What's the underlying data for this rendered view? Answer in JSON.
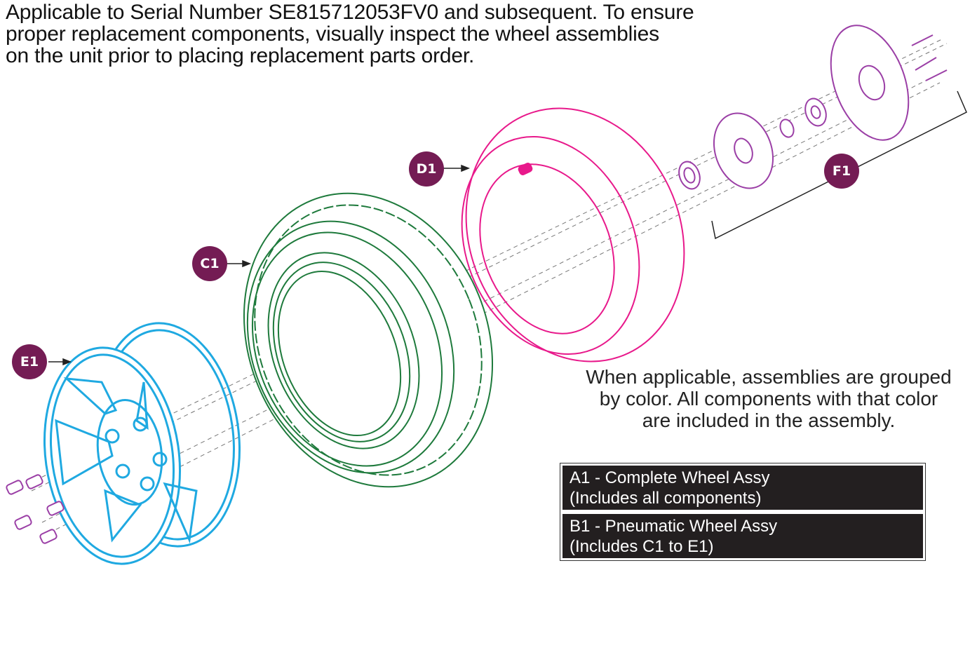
{
  "header": {
    "lines": [
      "Applicable to Serial Number SE815712053FV0 and subsequent. To ensure",
      "proper replacement components, visually inspect the wheel assemblies",
      "on the unit prior to placing replacement parts order."
    ]
  },
  "group_note": {
    "lines": [
      "When applicable, assemblies are grouped",
      "by color. All components with that color",
      "are included in the assembly."
    ]
  },
  "legend": {
    "items": [
      {
        "code": "A1",
        "line1": "A1 - Complete Wheel Assy",
        "line2": "(Includes all components)"
      },
      {
        "code": "B1",
        "line1": "B1 - Pneumatic Wheel Assy",
        "line2": "(Includes C1 to E1)"
      }
    ]
  },
  "callouts": {
    "c1": {
      "label": "C1",
      "part": "tire",
      "color": "#1e7a3c"
    },
    "d1": {
      "label": "D1",
      "part": "inner-tube",
      "color": "#e8198b"
    },
    "e1": {
      "label": "E1",
      "part": "rim",
      "color": "#1fa9e1"
    },
    "f1": {
      "label": "F1",
      "part": "hub-bearing-brake-disc-hardware",
      "color": "#9b3fa6"
    }
  },
  "colors": {
    "callout_fill": "#741c54",
    "legend_bg": "#231f20",
    "tire": "#1e7a3c",
    "tube": "#e8198b",
    "rim": "#1fa9e1",
    "hub": "#9b3fa6"
  }
}
